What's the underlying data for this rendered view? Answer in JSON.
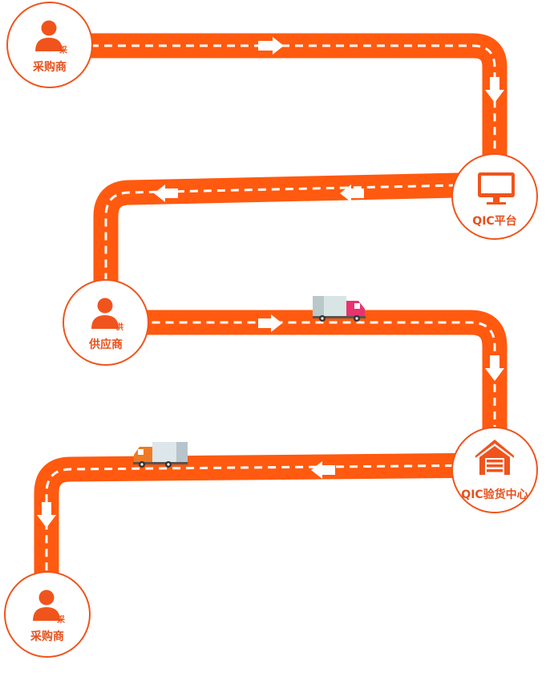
{
  "colors": {
    "road": "#ff5a0f",
    "road_stroke": "#f04a12",
    "dash": "#ffffff",
    "label": "#e8501c",
    "node_border": "#f0541c"
  },
  "nodes": [
    {
      "id": "buyer-start",
      "label": "采购商",
      "badge": "采",
      "icon": "person-icon"
    },
    {
      "id": "qic-platform",
      "label": "QIC平台",
      "badge": "",
      "icon": "monitor-icon"
    },
    {
      "id": "supplier",
      "label": "供应商",
      "badge": "供",
      "icon": "person-icon"
    },
    {
      "id": "qic-inspection",
      "label": "QIC验货中心",
      "badge": "",
      "icon": "warehouse-icon"
    },
    {
      "id": "buyer-end",
      "label": "采购商",
      "badge": "采",
      "icon": "person-icon"
    }
  ]
}
